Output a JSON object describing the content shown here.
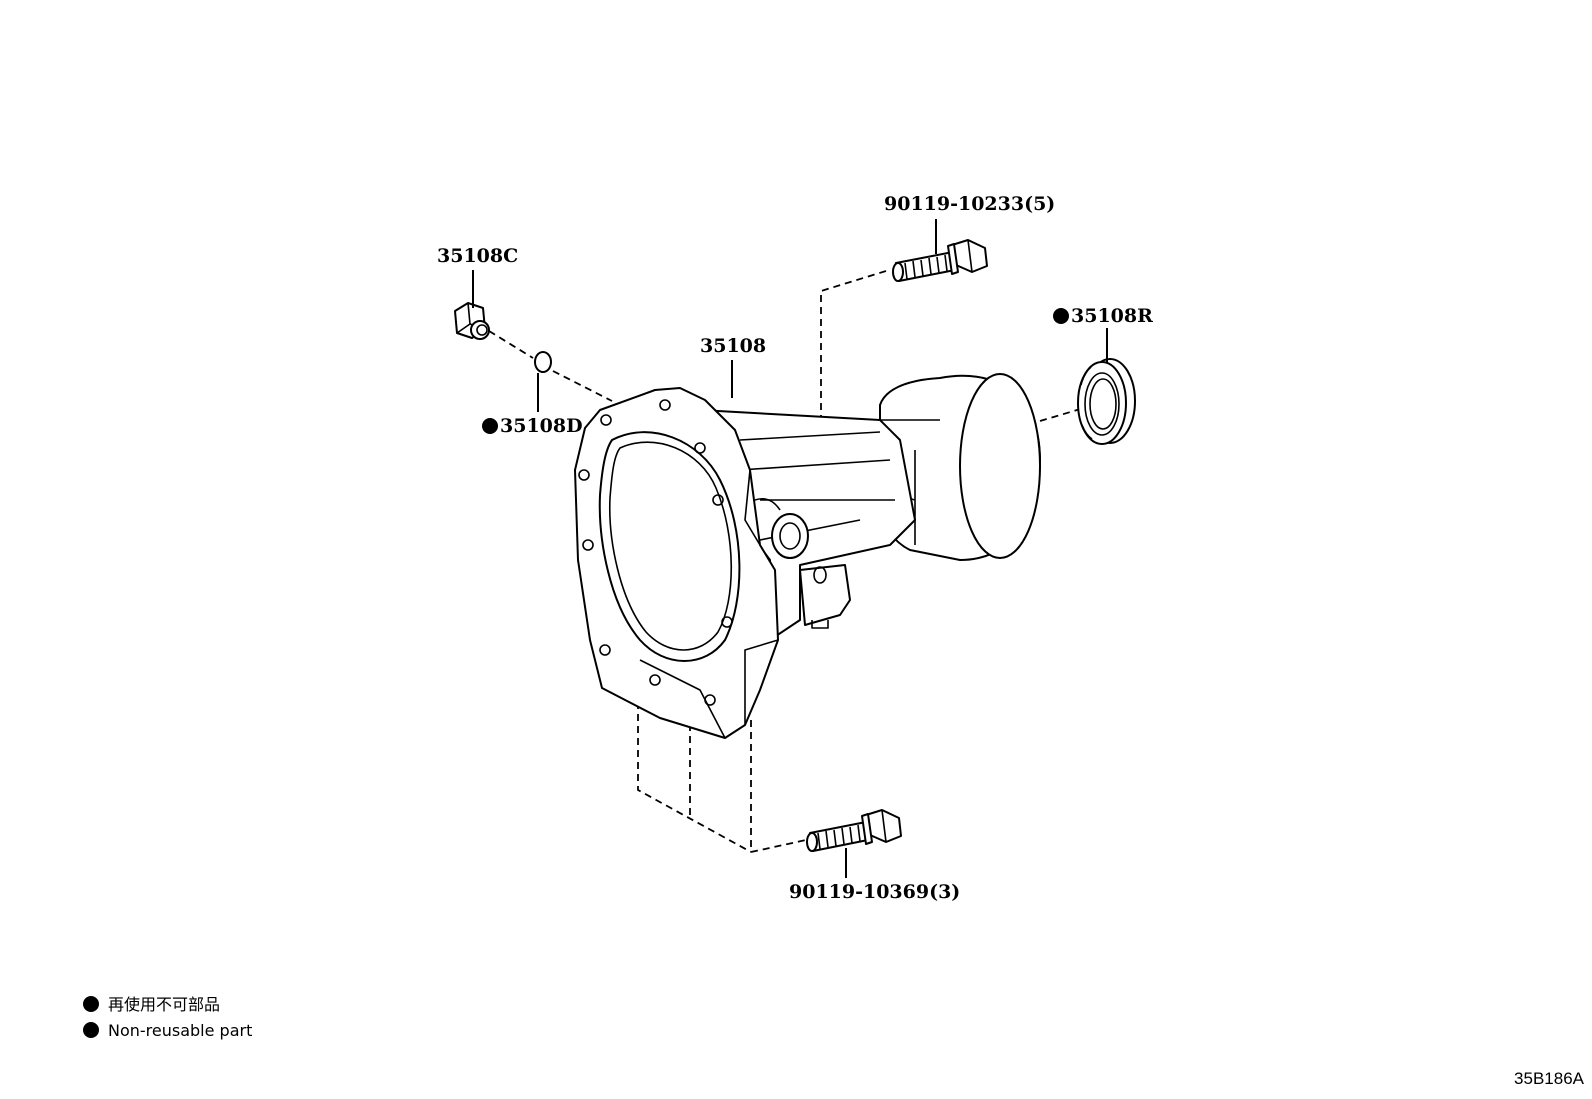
{
  "callouts": {
    "bolt_top": "90119-10233(5)",
    "plug": "35108C",
    "housing": "35108",
    "oil_seal": "35108R",
    "gasket": "35108D",
    "bolt_bottom": "90119-10369(3)"
  },
  "legend": {
    "line1": "再使用不可部品",
    "line2": "Non-reusable part"
  },
  "diagram_code": "35B186A"
}
